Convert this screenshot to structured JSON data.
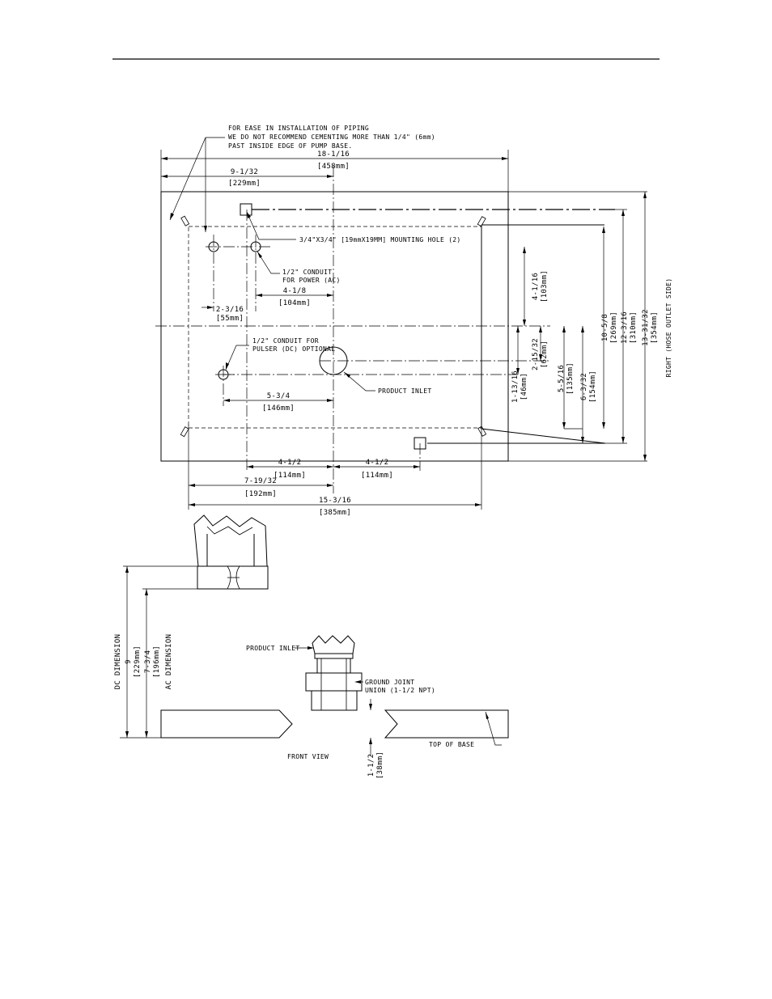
{
  "notes": {
    "piping_line1": "FOR EASE IN INSTALLATION OF PIPING",
    "piping_line2": "WE DO NOT RECOMMEND CEMENTING MORE THAN 1/4\" (6mm)",
    "piping_line3": "PAST INSIDE EDGE OF PUMP BASE.",
    "mounting_hole": "3/4\"X3/4\" [19mmX19MM] MOUNTING HOLE (2)",
    "conduit_ac_line1": "1/2\" CONDUIT",
    "conduit_ac_line2": "FOR POWER (AC)",
    "conduit_dc_line1": "1/2\" CONDUIT FOR",
    "conduit_dc_line2": "PULSER (DC) OPTIONAL",
    "product_inlet_top": "PRODUCT INLET",
    "product_inlet_front": "PRODUCT INLET",
    "ground_joint_line1": "GROUND JOINT",
    "ground_joint_line2": "UNION (1-1/2 NPT)",
    "top_of_base": "TOP OF BASE",
    "front_view": "FRONT VIEW",
    "right_side": "RIGHT (HOSE OUTLET SIDE)",
    "dc_dimension": "DC DIMENSION",
    "ac_dimension": "AC DIMENSION"
  },
  "dimensions": {
    "overall_width": {
      "imperial": "18-1/16",
      "metric": "[458mm]"
    },
    "half_width": {
      "imperial": "9-1/32",
      "metric": "[229mm]"
    },
    "conduit_offset": {
      "imperial": "4-1/8",
      "metric": "[104mm]"
    },
    "hole_offset": {
      "imperial": "2-3/16",
      "metric": "[55mm]"
    },
    "pulser_offset": {
      "imperial": "5-3/4",
      "metric": "[146mm]"
    },
    "mount_left": {
      "imperial": "4-1/2",
      "metric": "[114mm]"
    },
    "mount_right": {
      "imperial": "4-1/2",
      "metric": "[114mm]"
    },
    "inner_half": {
      "imperial": "7-19/32",
      "metric": "[192mm]"
    },
    "inner_width": {
      "imperial": "15-3/16",
      "metric": "[385mm]"
    },
    "conduit_vertical": {
      "imperial": "4-1/16",
      "metric": "[103mm]"
    },
    "inlet_offset": {
      "imperial": "2-15/32",
      "metric": "[62mm]"
    },
    "pulser_vertical": {
      "imperial": "1-13/16",
      "metric": "[46mm]"
    },
    "mount_vertical": {
      "imperial": "5-5/16",
      "metric": "[135mm]"
    },
    "inner_half_height": {
      "imperial": "6-3/32",
      "metric": "[154mm]"
    },
    "inner_height": {
      "imperial": "10-5/8",
      "metric": "[269mm]"
    },
    "mount_span": {
      "imperial": "12-3/16",
      "metric": "[310mm]"
    },
    "overall_height": {
      "imperial": "13-31/32",
      "metric": "[354mm]"
    },
    "dc_height": {
      "imperial": "9",
      "metric": "[229mm]"
    },
    "ac_height": {
      "imperial": "7-3/4",
      "metric": "[196mm]"
    },
    "base_offset": {
      "imperial": "1-1/2",
      "metric": "[38mm]"
    }
  }
}
